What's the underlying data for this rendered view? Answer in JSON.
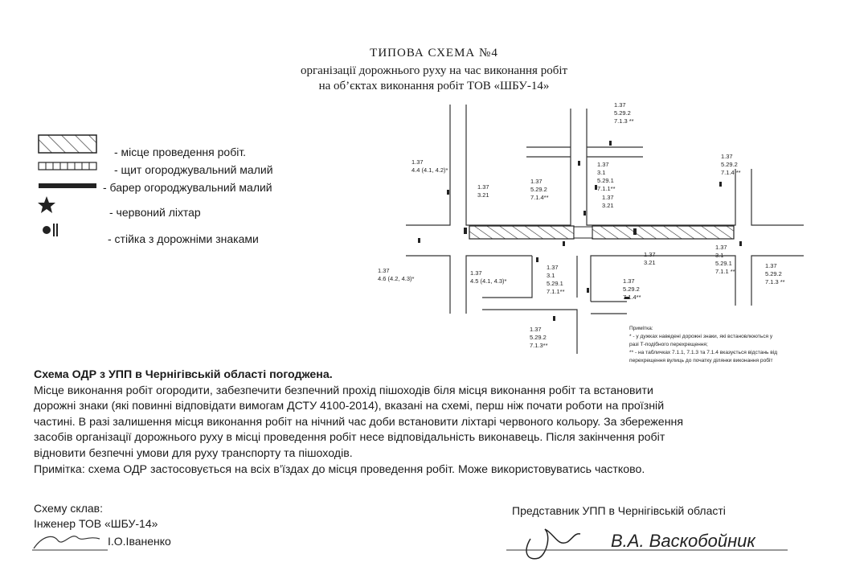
{
  "header": {
    "title": "ТИПОВА   СХЕМА №4",
    "subtitle1": "організації   дорожнього  руху  на  час виконання  робіт",
    "subtitle2": "на об’єктах виконання робіт ТОВ «ШБУ-14»"
  },
  "legend": [
    {
      "label": "- місце  проведення  робіт.",
      "icon": "hatched-rectangle-icon"
    },
    {
      "label": "- щит  огороджувальний  малий",
      "icon": "fence-shield-icon"
    },
    {
      "label": "- барер  огороджувальний  малий",
      "icon": "barrier-icon"
    },
    {
      "label": "-  червоний  ліхтар",
      "icon": "red-lantern-icon"
    },
    {
      "label": "-  стійка  з  дорожніми   знаками",
      "icon": "sign-post-icon"
    }
  ],
  "diagram": {
    "labels": {
      "top": [
        "1.37",
        "5.29.2",
        "7.1.3 **"
      ],
      "left_upper": [
        "1.37",
        "4.4 (4.1, 4.2)*"
      ],
      "mid_left": [
        "1.37",
        "3.21"
      ],
      "center_left": [
        "1.37",
        "5.29.2",
        "7.1.4**"
      ],
      "center_right": [
        "1.37",
        "3.1",
        "5.29.1",
        "7.1.1**"
      ],
      "center_right_lower": [
        "1.37",
        "3.21"
      ],
      "right_upper": [
        "1.37",
        "5.29.2",
        "7.1.4 **"
      ],
      "left_lower": [
        "1.37",
        "4.6 (4.2, 4.3)*"
      ],
      "lower_mid": [
        "1.37",
        "4.5 (4.1, 4.3)*"
      ],
      "lower_center": [
        "1.37",
        "3.1",
        "5.29.1",
        "7.1.1**"
      ],
      "lower_right1": [
        "1.37",
        "3.21"
      ],
      "lower_right2": [
        "1.37",
        "3.1",
        "5.29.1",
        "7.1.1 **"
      ],
      "far_right": [
        "1.37",
        "5.29.2",
        "7.1.3 **"
      ],
      "bottom_center": [
        "1.37",
        "5.29.2",
        "7.1.4**"
      ],
      "bottom_left": [
        "1.37",
        "5.29.2",
        "7.1.3**"
      ]
    },
    "note": {
      "title": "Примітка:",
      "line1": "* - у дужках наведені дорожні знаки, які встановлюються у",
      "line2": "разі Т-подібного перехрещення;",
      "line3": "** - на табличках 7.1.1, 7.1.3 та 7.1.4 вказується відстань від",
      "line4": "перехрещення вулиць до початку ділянки виконання робіт"
    }
  },
  "body": {
    "heading": "Схема  ОДР  з  УПП  в  Чернігівській  області погоджена.",
    "lines": [
      "Місце виконання робіт огородити, забезпечити безпечний прохід пішоходів біля місця виконання робіт та встановити",
      "дорожні знаки (які  повинні відповідати  вимогам  ДСТУ  4100-2014), вказані на схемі, перш ніж почати роботи на проїзній",
      "частині. В разі залишення місця виконання робіт на нічний час доби встановити ліхтарі червоного кольору. За збереження",
      "засобів  організації  дорожнього руху  в  місці  проведення  робіт  несе  відповідальність  виконавець.  Після  закінчення  робіт",
      "відновити безпечні  умови  для  руху транспорту та пішоходів."
    ],
    "note": "Примітка: схема ОДР застосовується на всіх в’їздах до місця проведення робіт. Може використовуватись частково."
  },
  "signatures": {
    "composed_by": "Схему склав:",
    "position": "Інженер ТОВ «ШБУ-14»",
    "name": "І.О.Іваненко",
    "representative": "Представник УПП в Чернігівській області",
    "rep_signature": "В.А. Васкобойник"
  }
}
